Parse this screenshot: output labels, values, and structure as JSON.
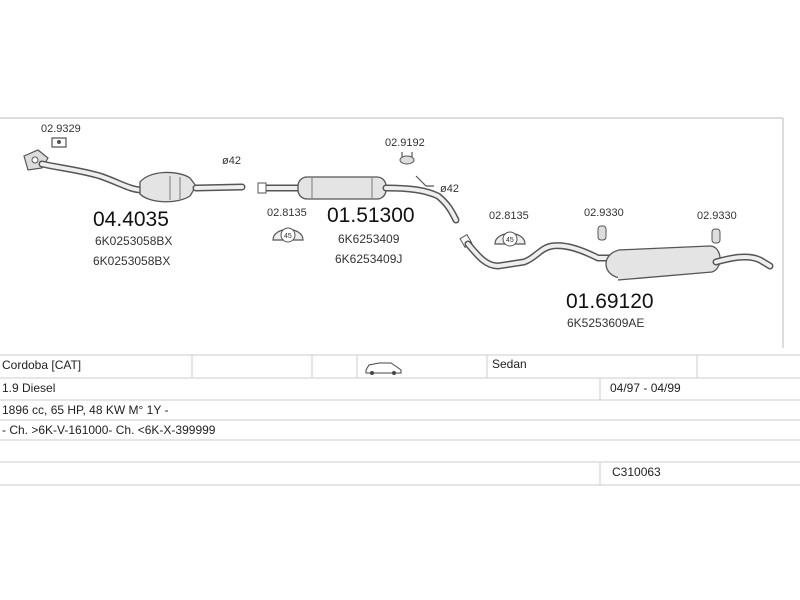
{
  "parts": {
    "downpipe_clip": "02.9329",
    "catalyst_number": "04.4035",
    "catalyst_oe_1": "6K0253058BX",
    "catalyst_oe_2": "6K0253058BX",
    "diameter_1": "ø42",
    "clamp_1": "02.8135",
    "clamp_1_size": "45",
    "middle_number": "01.51300",
    "middle_oe_1": "6K6253409",
    "middle_oe_2": "6K6253409J",
    "hanger_1": "02.9192",
    "diameter_2": "ø42",
    "clamp_2": "02.8135",
    "clamp_2_size": "45",
    "hanger_2": "02.9330",
    "hanger_3": "02.9330",
    "rear_number": "01.69120",
    "rear_oe": "6K5253609AE"
  },
  "info": {
    "model": "Cordoba  [CAT]",
    "body": "Sedan",
    "engine": "1.9 Diesel",
    "years": "04/97 - 04/99",
    "specs": "1896 cc, 65 HP, 48 KW M° 1Y -",
    "chassis": "- Ch. >6K-V-161000- Ch. <6K-X-399999",
    "kit_code": "C310063"
  },
  "colors": {
    "line": "#555555",
    "grid": "#cccccc"
  }
}
